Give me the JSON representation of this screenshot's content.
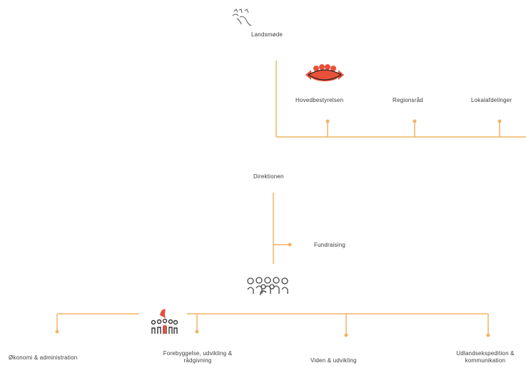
{
  "colors": {
    "line": "#f0b464",
    "accent": "#e8503a",
    "text": "#3a3a3a",
    "icon": "#444444"
  },
  "top": {
    "label": "Landsmøde",
    "icon": "hands-raised-icon"
  },
  "board": {
    "icon": "group-red-icon",
    "items": [
      {
        "label": "Hovedbestyrelsen"
      },
      {
        "label": "Regionsråd"
      },
      {
        "label": "Lokalafdelinger"
      }
    ]
  },
  "direction": {
    "label": "Direktionen",
    "staff": {
      "label": "Fundraising"
    },
    "icon": "staff-group-icon"
  },
  "departments": {
    "icon": "team-icon",
    "items": [
      {
        "label": "Økonomi & administration"
      },
      {
        "label": "Forebyggelse, udvikling & rådgivning"
      },
      {
        "label": "Viden & udvikling"
      },
      {
        "label": "Udlandsekspedition & kommunikation"
      }
    ]
  }
}
